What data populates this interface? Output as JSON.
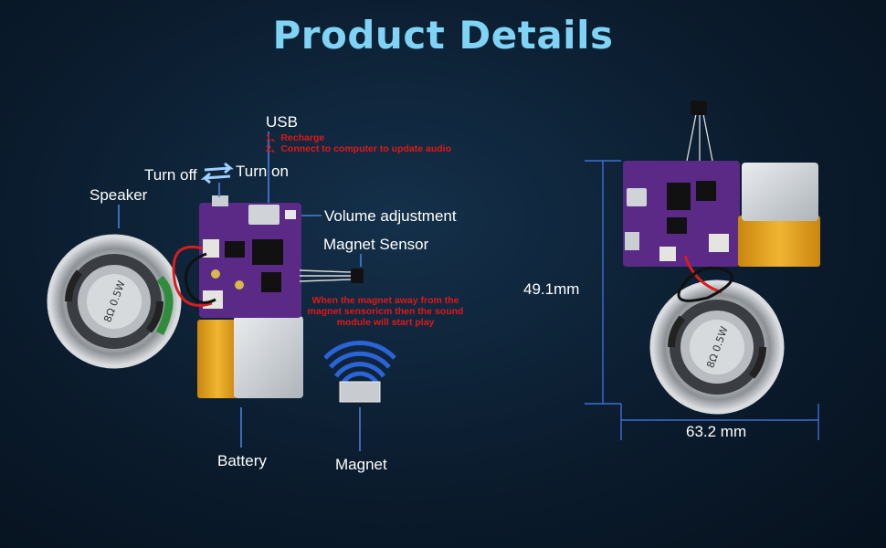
{
  "title": "Product Details",
  "labels": {
    "usb": "USB",
    "usb_note_1": "1、Recharge",
    "usb_note_2": "2、Connect to computer to update audio",
    "turn_off": "Turn off",
    "turn_on": "Turn on",
    "speaker": "Speaker",
    "volume": "Volume adjustment",
    "magnet_sensor": "Magnet Sensor",
    "magnet_note_1": "When the magnet away from the",
    "magnet_note_2": "magnet sensoricm then the sound",
    "magnet_note_3": "module will start play",
    "battery": "Battery",
    "magnet": "Magnet"
  },
  "dimensions": {
    "height": "49.1mm",
    "width": "63.2 mm"
  },
  "speaker_marking": "8Ω 0.5W",
  "colors": {
    "title": "#7fd3f5",
    "annotation_red": "#e01818",
    "pcb": "#5a2a86",
    "battery": "#e2a21c",
    "leader": "#4a7fe0",
    "dimension_line": "#3d6fd6"
  }
}
